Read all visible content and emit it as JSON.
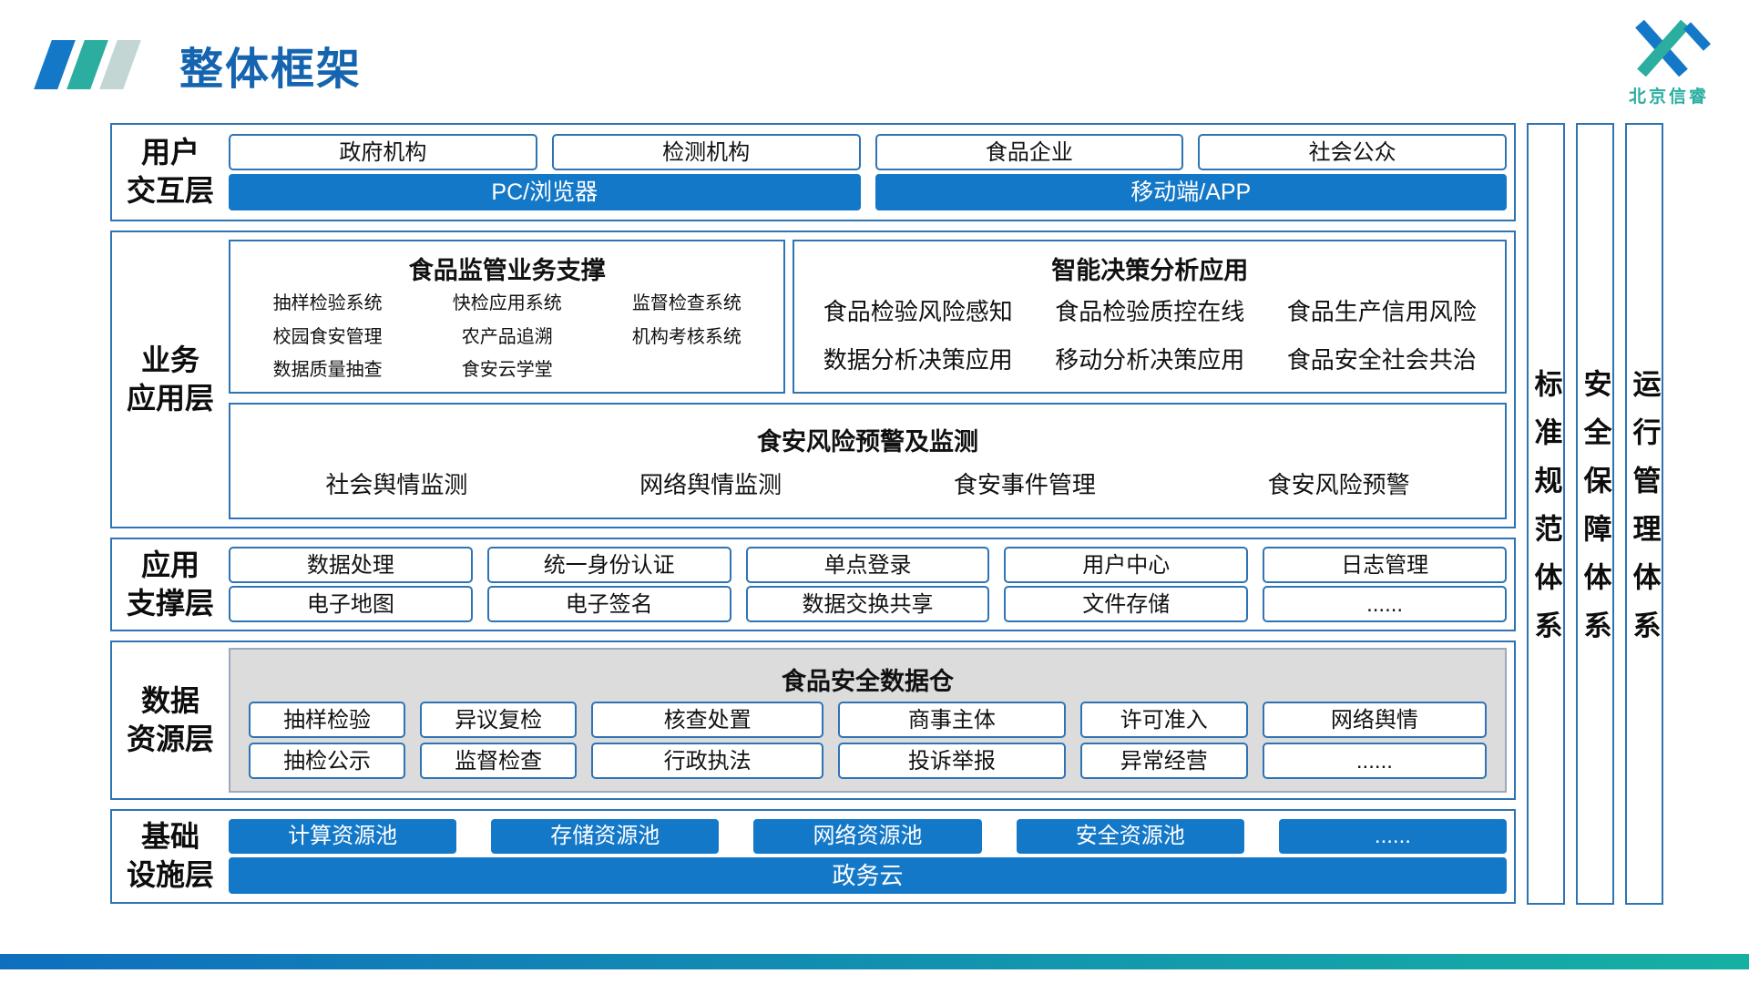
{
  "header": {
    "title": "整体框架",
    "brand": "北京信睿"
  },
  "colors": {
    "primary_blue": "#1478C8",
    "title_blue": "#1464B0",
    "teal": "#2BAE9F",
    "border_blue": "#2E74B5",
    "warehouse_gray": "#DCDCDC",
    "footer_gradient_start": "#0F6FBE",
    "footer_gradient_end": "#16B0A3"
  },
  "layers": {
    "user": {
      "label_line1": "用户",
      "label_line2": "交互层",
      "orgs": [
        "政府机构",
        "检测机构",
        "食品企业",
        "社会公众"
      ],
      "platforms": [
        "PC/浏览器",
        "移动端/APP"
      ]
    },
    "business": {
      "label_line1": "业务",
      "label_line2": "应用层",
      "supervision": {
        "title": "食品监管业务支撑",
        "items": [
          "抽样检验系统",
          "快检应用系统",
          "监督检查系统",
          "校园食安管理",
          "农产品追溯",
          "机构考核系统",
          "数据质量抽查",
          "食安云学堂"
        ]
      },
      "decision": {
        "title": "智能决策分析应用",
        "items": [
          "食品检验风险感知",
          "食品检验质控在线",
          "食品生产信用风险",
          "数据分析决策应用",
          "移动分析决策应用",
          "食品安全社会共治"
        ]
      },
      "warning": {
        "title": "食安风险预警及监测",
        "items": [
          "社会舆情监测",
          "网络舆情监测",
          "食安事件管理",
          "食安风险预警"
        ]
      }
    },
    "support": {
      "label_line1": "应用",
      "label_line2": "支撑层",
      "row1": [
        "数据处理",
        "统一身份认证",
        "单点登录",
        "用户中心",
        "日志管理"
      ],
      "row2": [
        "电子地图",
        "电子签名",
        "数据交换共享",
        "文件存储",
        "......"
      ]
    },
    "data": {
      "label_line1": "数据",
      "label_line2": "资源层",
      "warehouse_title": "食品安全数据仓",
      "row1": [
        "抽样检验",
        "异议复检",
        "核查处置",
        "商事主体",
        "许可准入",
        "网络舆情"
      ],
      "row2": [
        "抽检公示",
        "监督检查",
        "行政执法",
        "投诉举报",
        "异常经营",
        "......"
      ]
    },
    "infra": {
      "label_line1": "基础",
      "label_line2": "设施层",
      "pools": [
        "计算资源池",
        "存储资源池",
        "网络资源池",
        "安全资源池",
        "......"
      ],
      "cloud": "政务云"
    }
  },
  "systems": [
    "标准规范体系",
    "安全保障体系",
    "运行管理体系"
  ]
}
